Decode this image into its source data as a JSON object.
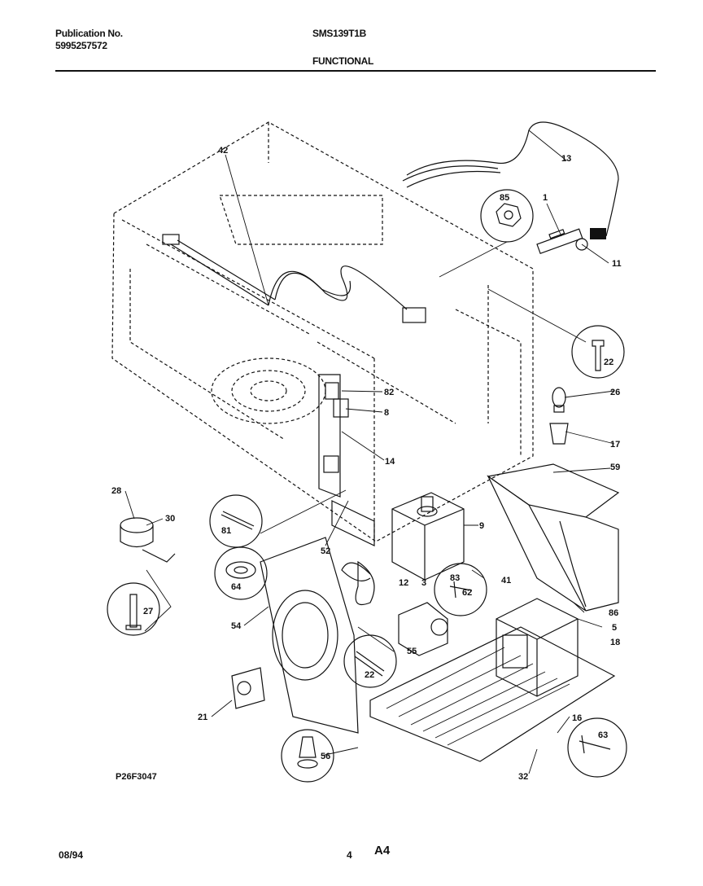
{
  "header": {
    "publication_label": "Publication No.",
    "publication_number": "5995257572",
    "model": "SMS139T1B",
    "section": "FUNCTIONAL"
  },
  "footer": {
    "figure_id": "P26F3047",
    "date": "08/94",
    "page_number": "4",
    "page_code": "A4"
  },
  "callouts": [
    "42",
    "13",
    "85",
    "1",
    "11",
    "22",
    "26",
    "17",
    "59",
    "82",
    "8",
    "14",
    "28",
    "30",
    "81",
    "52",
    "9",
    "54",
    "12",
    "3",
    "83",
    "62",
    "41",
    "86",
    "5",
    "18",
    "27",
    "64",
    "55",
    "22",
    "21",
    "56",
    "16",
    "32",
    "63"
  ]
}
